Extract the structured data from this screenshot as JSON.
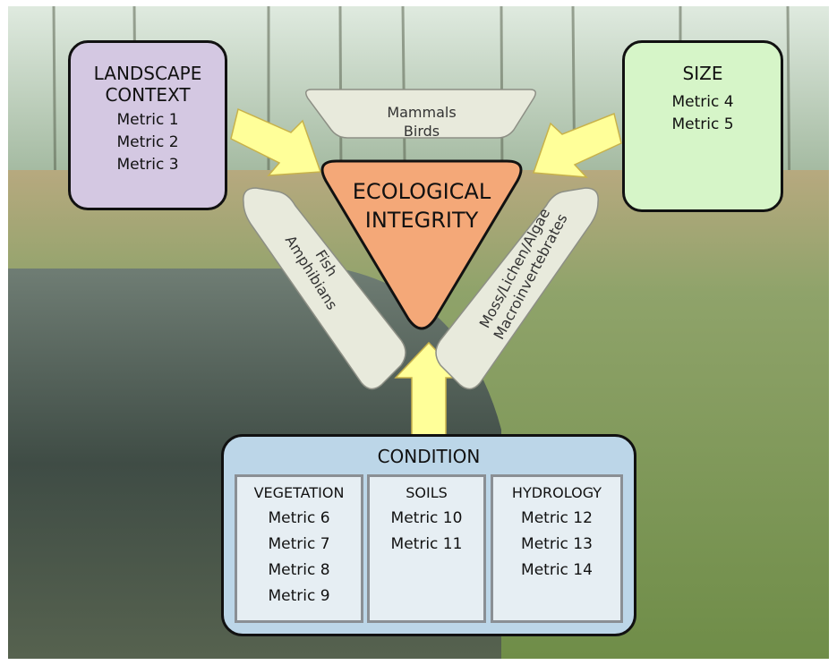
{
  "center": {
    "line1": "ECOLOGICAL",
    "line2": "INTEGRITY"
  },
  "landscape": {
    "title_line1": "LANDSCAPE",
    "title_line2": "CONTEXT",
    "metrics": [
      "Metric 1",
      "Metric 2",
      "Metric 3"
    ]
  },
  "size": {
    "title": "SIZE",
    "metrics": [
      "Metric 4",
      "Metric 5"
    ]
  },
  "condition": {
    "title": "CONDITION",
    "vegetation": {
      "title": "VEGETATION",
      "metrics": [
        "Metric 6",
        "Metric 7",
        "Metric 8",
        "Metric 9"
      ]
    },
    "soils": {
      "title": "SOILS",
      "metrics": [
        "Metric 10",
        "Metric 11"
      ]
    },
    "hydrology": {
      "title": "HYDROLOGY",
      "metrics": [
        "Metric 12",
        "Metric 13",
        "Metric 14"
      ]
    }
  },
  "taxa": {
    "top": [
      "Mammals",
      "Birds"
    ],
    "left": [
      "Fish",
      "Amphibians"
    ],
    "right": [
      "Moss/Lichen/Algae",
      "Macroinvertebrates"
    ]
  },
  "colors": {
    "landscape_box": "#d4c8e2",
    "size_box": "#d6f5c8",
    "condition_box": "#bcd6e8",
    "integrity_triangle": "#f4a878",
    "arrows": "#ffff99",
    "taxa_bands": "#e8eadc"
  }
}
